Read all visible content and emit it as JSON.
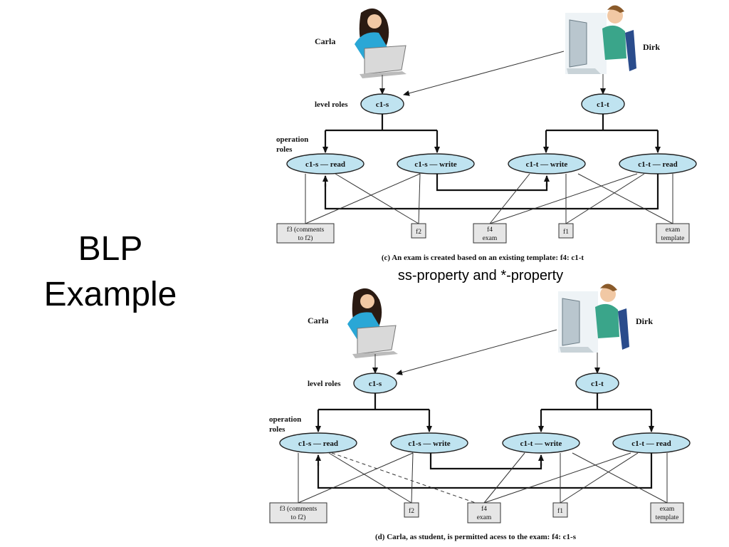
{
  "slide": {
    "title_line1": "BLP",
    "title_line2": "Example",
    "middle_caption": "ss-property and *-property"
  },
  "diagrams": [
    {
      "user_left": "Carla",
      "user_right": "Dirk",
      "level_roles_label": "level roles",
      "operation_roles_label_1": "operation",
      "operation_roles_label_2": "roles",
      "level_left": "c1-s",
      "level_right": "c1-t",
      "op_1": "c1-s — read",
      "op_2": "c1-s — write",
      "op_3": "c1-t — write",
      "op_4": "c1-t — read",
      "file_f3_1": "f3 (comments",
      "file_f3_2": "to f2)",
      "file_f2": "f2",
      "file_f4_1": "f4",
      "file_f4_2": "exam",
      "file_f1": "f1",
      "file_exam_1": "exam",
      "file_exam_2": "template",
      "caption": "(c) An exam is created based on an existing template: f4: c1-t"
    },
    {
      "user_left": "Carla",
      "user_right": "Dirk",
      "level_roles_label": "level roles",
      "operation_roles_label_1": "operation",
      "operation_roles_label_2": "roles",
      "level_left": "c1-s",
      "level_right": "c1-t",
      "op_1": "c1-s — read",
      "op_2": "c1-s — write",
      "op_3": "c1-t — write",
      "op_4": "c1-t — read",
      "file_f3_1": "f3 (comments",
      "file_f3_2": "to f2)",
      "file_f2": "f2",
      "file_f4_1": "f4",
      "file_f4_2": "exam",
      "file_f1": "f1",
      "file_exam_1": "exam",
      "file_exam_2": "template",
      "caption": "(d) Carla, as student, is permitted acess to the exam: f4: c1-s"
    }
  ],
  "icons": {
    "student": "student-with-laptop-icon",
    "instructor": "man-at-computer-icon"
  },
  "colors": {
    "role_fill": "#bfe3f0",
    "file_fill": "#e6e6e6"
  }
}
